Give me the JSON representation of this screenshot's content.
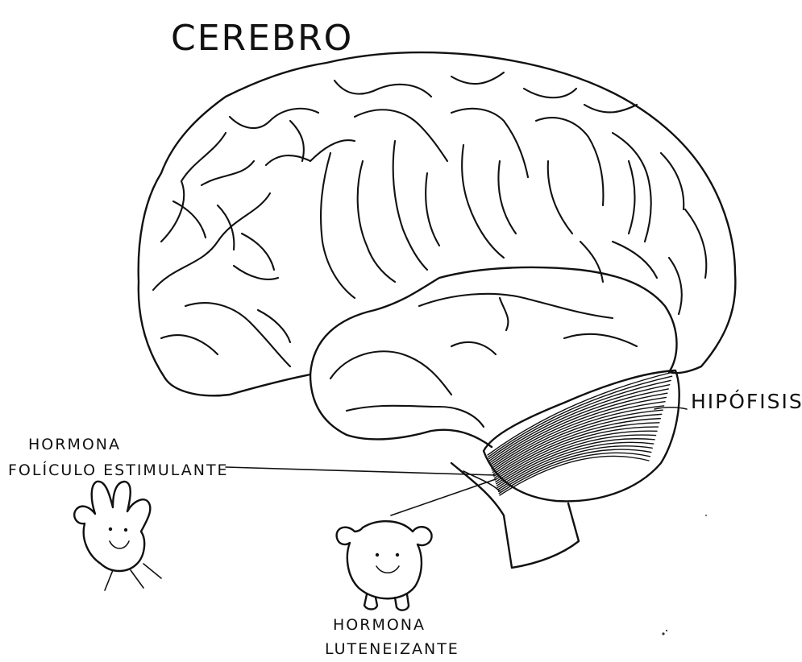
{
  "diagram": {
    "title": "CEREBRO",
    "labels": {
      "hipofisis": "HIPÓFISIS",
      "fsh_line1": "HORMONA",
      "fsh_line2": "FOLÍCULO ESTIMULANTE",
      "lh_line1": "HORMONA",
      "lh_line2": "LUTENEIZANTE"
    },
    "style": {
      "ink_color": "#111111",
      "paper_color": "#ffffff"
    }
  }
}
